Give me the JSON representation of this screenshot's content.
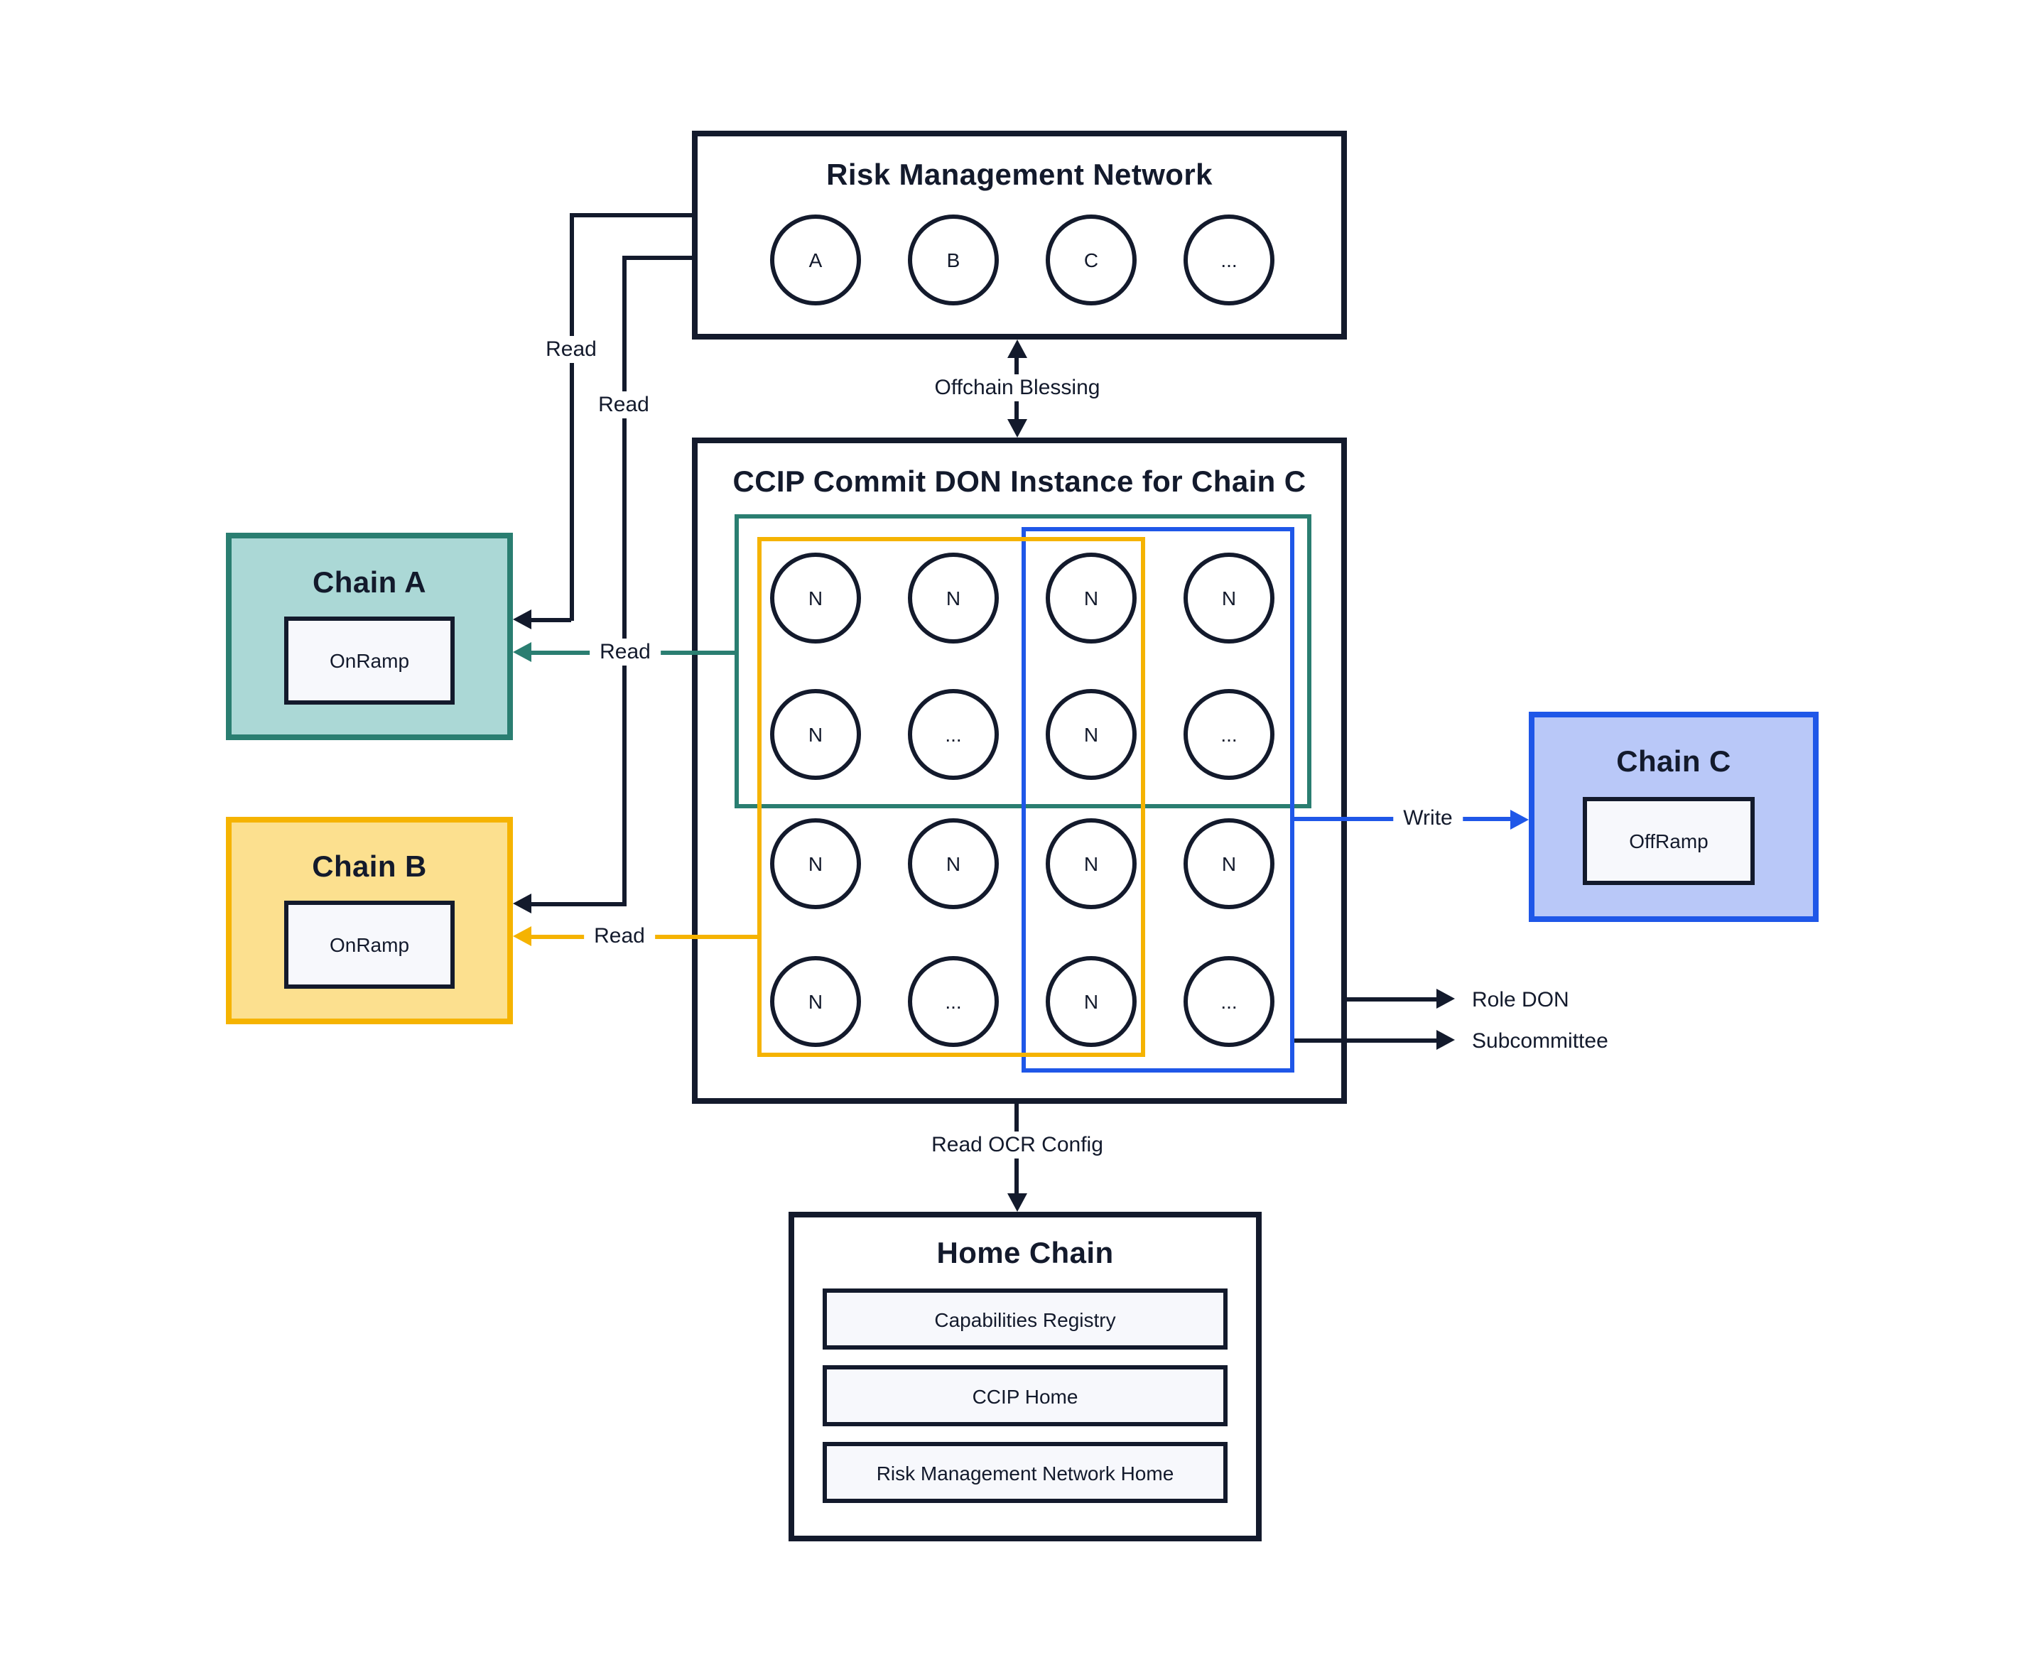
{
  "rmn": {
    "title": "Risk Management Network",
    "nodes": [
      "A",
      "B",
      "C",
      "..."
    ]
  },
  "don": {
    "title": "CCIP Commit DON Instance for Chain C",
    "rows": [
      [
        "N",
        "N",
        "N",
        "N"
      ],
      [
        "N",
        "...",
        "N",
        "..."
      ],
      [
        "N",
        "N",
        "N",
        "N"
      ],
      [
        "N",
        "...",
        "N",
        "..."
      ]
    ]
  },
  "chain_a": {
    "title": "Chain A",
    "contract": "OnRamp"
  },
  "chain_b": {
    "title": "Chain B",
    "contract": "OnRamp"
  },
  "chain_c": {
    "title": "Chain C",
    "contract": "OffRamp"
  },
  "home_chain": {
    "title": "Home Chain",
    "contracts": [
      "Capabilities Registry",
      "CCIP Home",
      "Risk Management Network Home"
    ]
  },
  "edges": {
    "rmn_read_chain_a": {
      "label": "Read"
    },
    "rmn_read_chain_b": {
      "label": "Read"
    },
    "committee_read_chain_a": {
      "label": "Read"
    },
    "committee_read_chain_b": {
      "label": "Read"
    },
    "offchain_blessing": {
      "label": "Offchain Blessing"
    },
    "write_chain_c": {
      "label": "Write"
    },
    "role_don": {
      "label": "Role DON"
    },
    "subcommittee": {
      "label": "Subcommittee"
    },
    "read_ocr_config": {
      "label": "Read OCR Config"
    }
  },
  "colors": {
    "ink": "#131A2C",
    "teal_border": "#2A7E71",
    "teal_fill": "#ABD8D6",
    "gold_border": "#F5B301",
    "gold_fill": "#FCE08F",
    "blue_border": "#1F57E8",
    "blue_fill": "#B9C8F8",
    "contract_fill": "#F7F8FC",
    "background": "#FFFFFF"
  }
}
